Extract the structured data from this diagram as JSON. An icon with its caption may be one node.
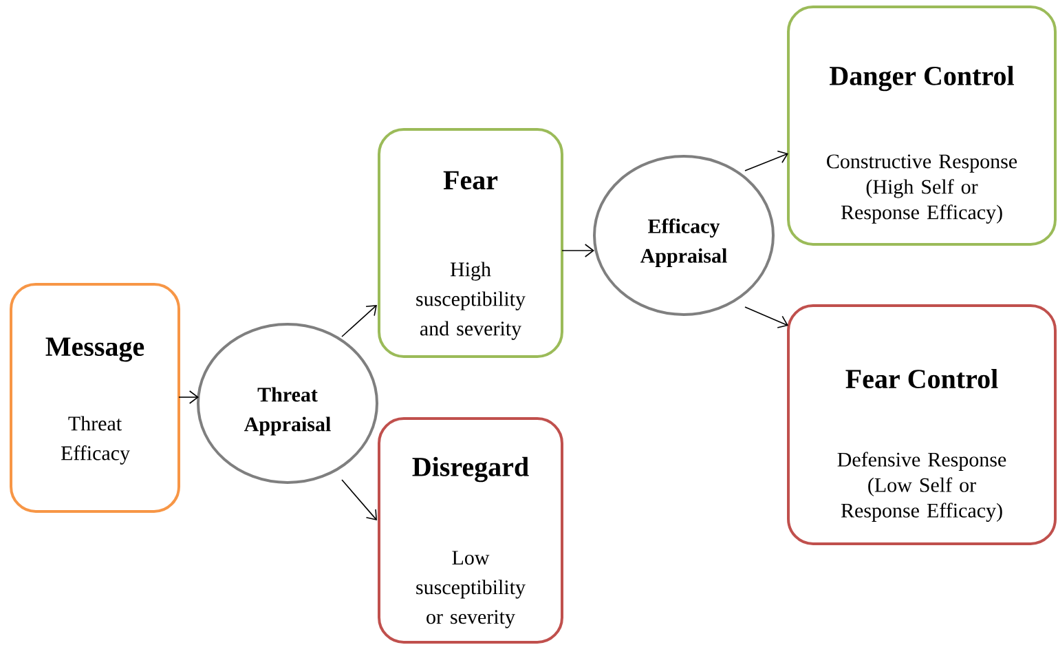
{
  "diagram": {
    "nodes": [
      {
        "text": [
          "Message",
          "Threat Efficacy"
        ]
      },
      {
        "text": [
          "Threat Appraisal"
        ]
      },
      {
        "text": [
          "Fear",
          "High susceptibility and severity"
        ]
      },
      {
        "text": [
          "Disregard",
          "Low susceptibility or severity"
        ]
      },
      {
        "text": [
          "Efficacy Appraisal"
        ]
      },
      {
        "text": [
          "Danger Control",
          "Constructive Response (High Self or Response Efficacy)"
        ]
      },
      {
        "text": [
          "Fear Control",
          "Defensive Response (Low Self or Response Efficacy)"
        ]
      }
    ],
    "edges": [
      {
        "from": 0,
        "to": 1,
        "arrow": "to"
      },
      {
        "from": 1,
        "to": 2,
        "arrow": "to"
      },
      {
        "from": 1,
        "to": 3,
        "arrow": "to"
      },
      {
        "from": 2,
        "to": 4,
        "arrow": "to"
      },
      {
        "from": 4,
        "to": 5,
        "arrow": "to"
      },
      {
        "from": 4,
        "to": 6,
        "arrow": "to"
      }
    ]
  }
}
